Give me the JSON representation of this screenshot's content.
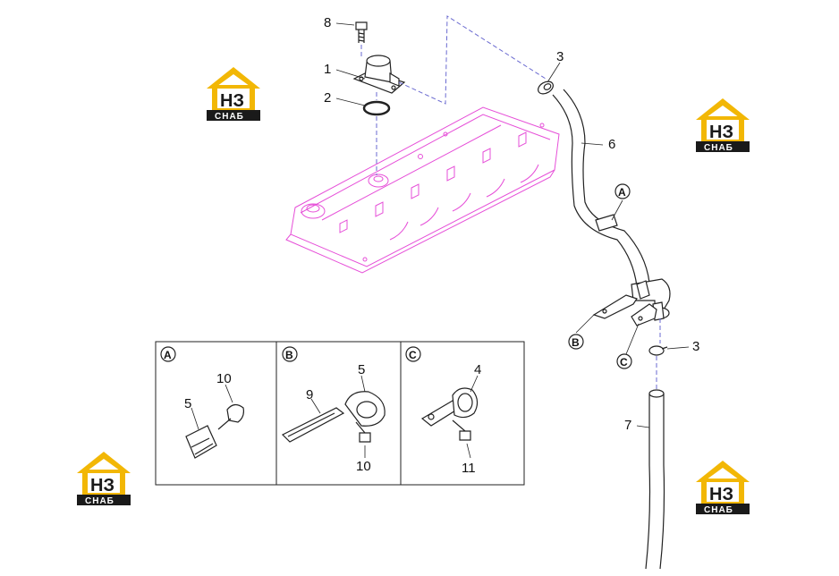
{
  "logo": {
    "main_text": "НЗ",
    "sub_text": "СНАБ",
    "colors": {
      "roof": "#f2b705",
      "letters": "#1a1a1a",
      "banner": "#1a1a1a"
    }
  },
  "callouts": {
    "part_1": "1",
    "part_2": "2",
    "part_3_top": "3",
    "part_3_bottom": "3",
    "part_6": "6",
    "part_7": "7",
    "part_8": "8",
    "marker_a": "A",
    "marker_b": "B",
    "marker_c": "C"
  },
  "detail_boxes": {
    "a": {
      "label": "A",
      "callouts": [
        "10",
        "5"
      ]
    },
    "b": {
      "label": "B",
      "callouts": [
        "5",
        "9",
        "10"
      ]
    },
    "c": {
      "label": "C",
      "callouts": [
        "4",
        "11"
      ]
    }
  },
  "colors": {
    "cover_outline": "#e64fd8",
    "leader_dash": "#6a6ad0",
    "ink": "#222222"
  }
}
